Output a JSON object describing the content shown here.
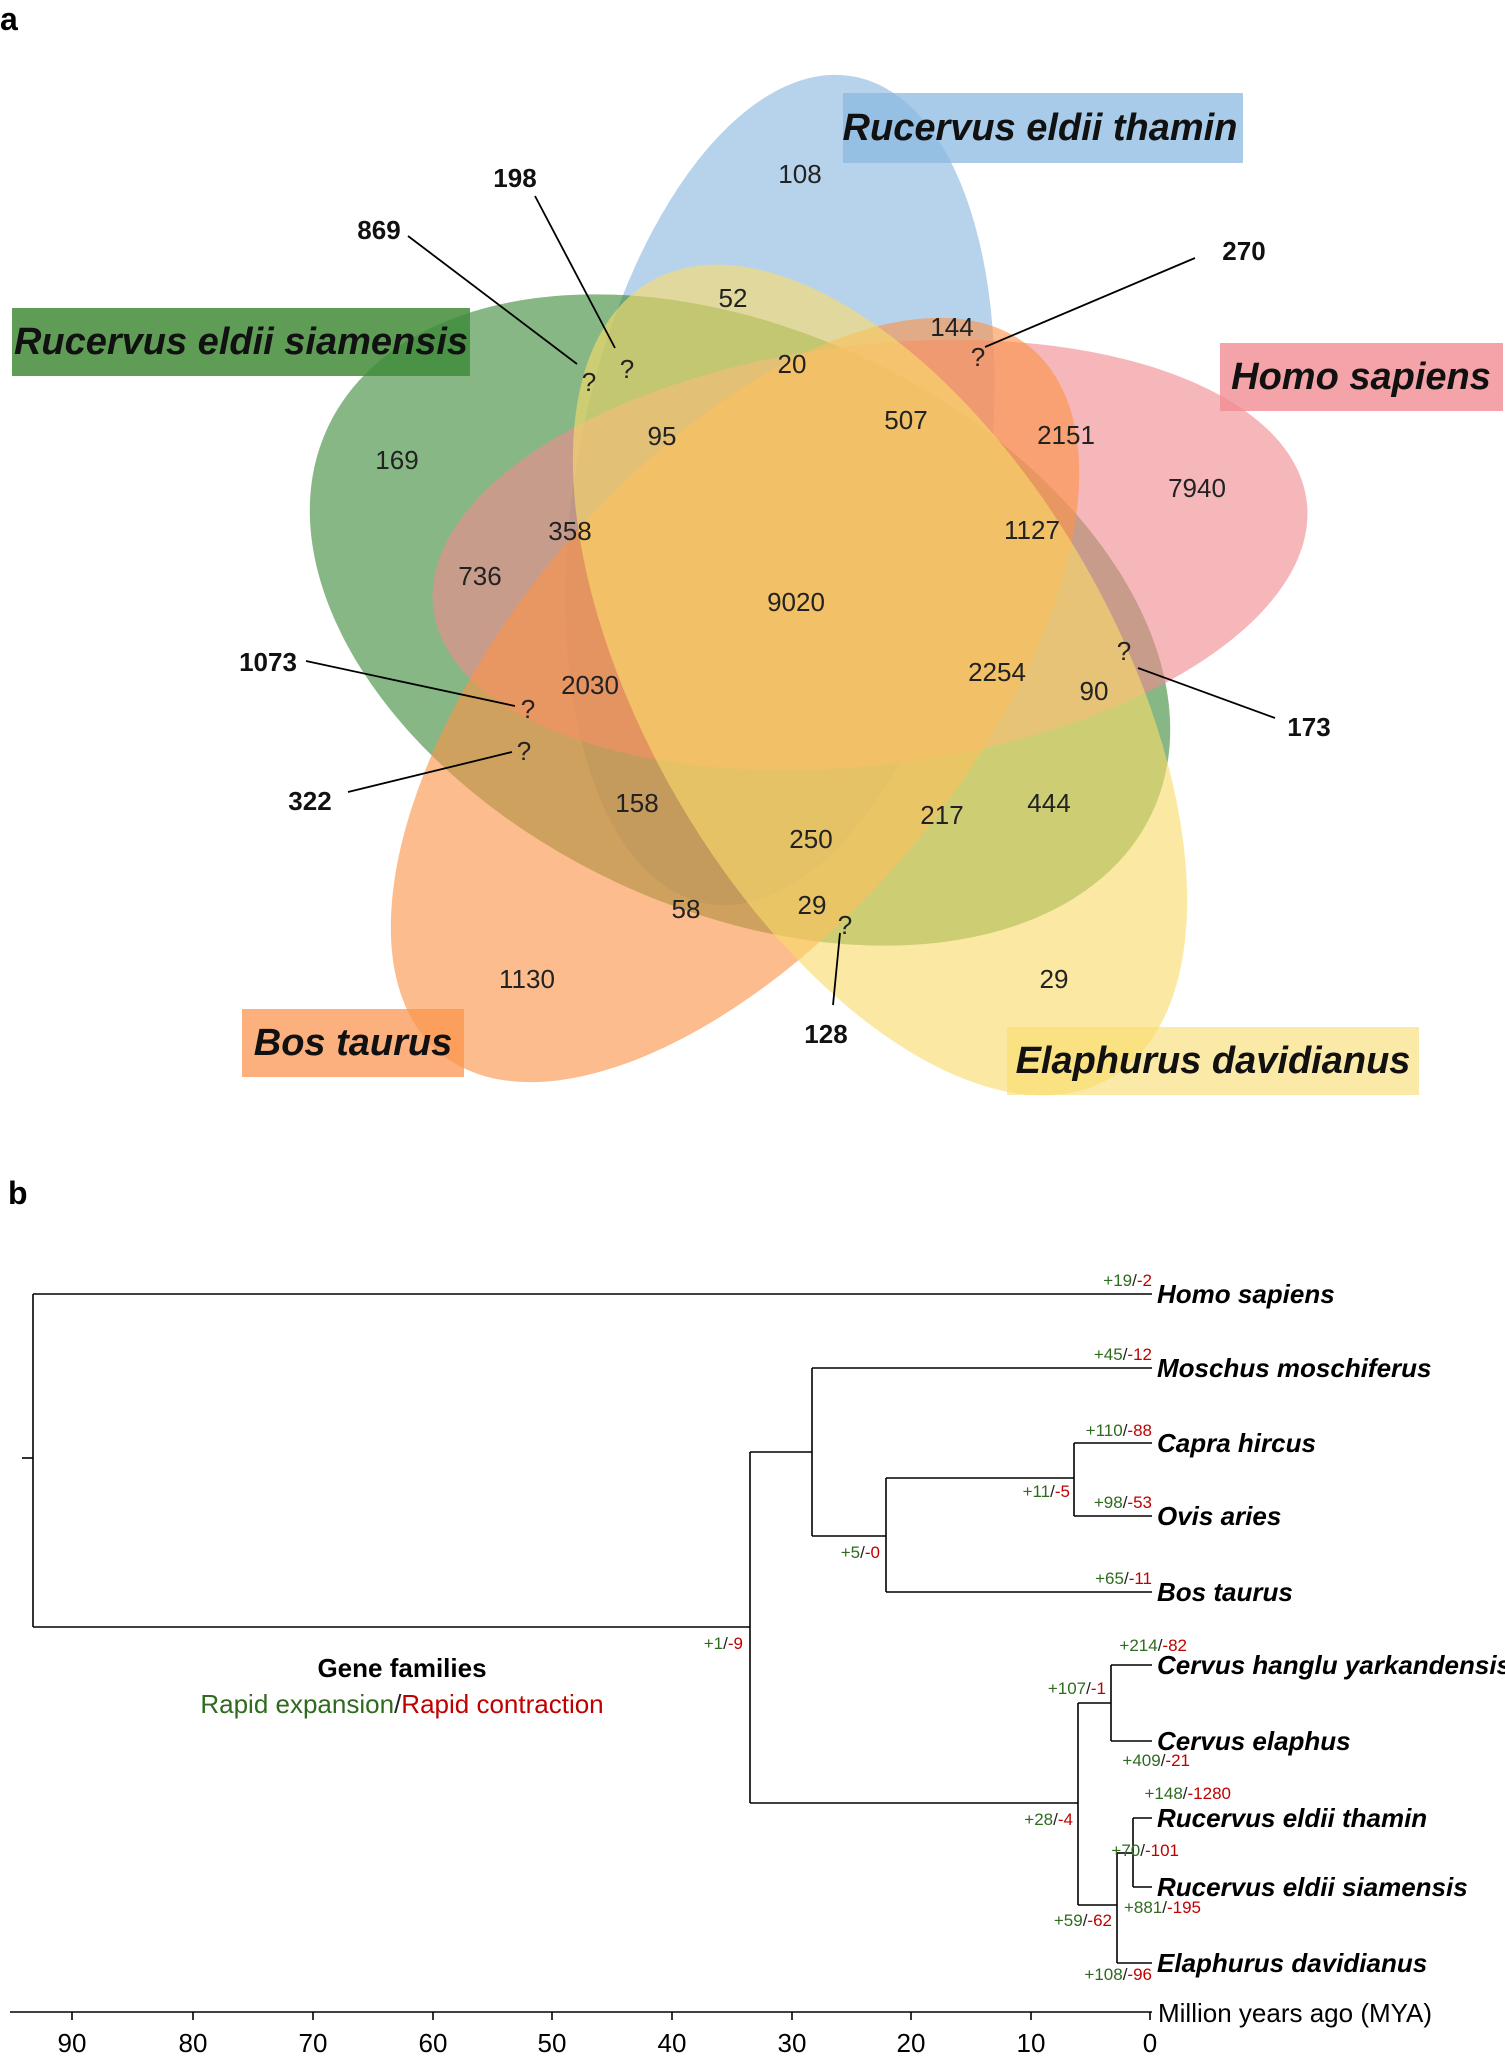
{
  "panel_a": {
    "label": "a",
    "sets": {
      "r_thamin": {
        "name": "Rucervus eldii thamin",
        "color": "#8ab8e0"
      },
      "r_siamensis": {
        "name": "Rucervus eldii siamensis",
        "color": "#3d8a3a"
      },
      "homo": {
        "name": "Homo sapiens",
        "color": "#f08a8f"
      },
      "bos": {
        "name": "Bos taurus",
        "color": "#fb9348"
      },
      "elaphurus": {
        "name": "Elaphurus davidianus",
        "color": "#f8dc6a"
      }
    },
    "label_bg": {
      "r_thamin": "#a9cbea",
      "r_siamensis": "#5f9d57",
      "homo": "#f4a3a8",
      "bos": "#fbb07d",
      "elaphurus": "#fbeaa7"
    },
    "regions": [
      {
        "id": "only_thamin",
        "value": "108"
      },
      {
        "id": "r1",
        "value": "52"
      },
      {
        "id": "r2",
        "value": "20"
      },
      {
        "id": "r3",
        "value": "144"
      },
      {
        "id": "r4",
        "value": "95"
      },
      {
        "id": "r5",
        "value": "507"
      },
      {
        "id": "r6",
        "value": "2151"
      },
      {
        "id": "only_siamensis",
        "value": "169"
      },
      {
        "id": "only_homo",
        "value": "7940"
      },
      {
        "id": "r7",
        "value": "358"
      },
      {
        "id": "r8",
        "value": "1127"
      },
      {
        "id": "r9",
        "value": "736"
      },
      {
        "id": "core",
        "value": "9020"
      },
      {
        "id": "r10",
        "value": "2030"
      },
      {
        "id": "r11",
        "value": "2254"
      },
      {
        "id": "r12",
        "value": "90"
      },
      {
        "id": "r13",
        "value": "158"
      },
      {
        "id": "r14",
        "value": "444"
      },
      {
        "id": "r15",
        "value": "217"
      },
      {
        "id": "r16",
        "value": "250"
      },
      {
        "id": "r17",
        "value": "58"
      },
      {
        "id": "r18",
        "value": "29"
      },
      {
        "id": "only_bos",
        "value": "1130"
      },
      {
        "id": "only_elaphurus",
        "value": "29"
      }
    ],
    "callouts": [
      {
        "id": "c869",
        "value": "869",
        "mark": "?"
      },
      {
        "id": "c198",
        "value": "198",
        "mark": "?"
      },
      {
        "id": "c270",
        "value": "270",
        "mark": "?"
      },
      {
        "id": "c1073",
        "value": "1073",
        "mark": "?"
      },
      {
        "id": "c322",
        "value": "322",
        "mark": "?"
      },
      {
        "id": "c173",
        "value": "173",
        "mark": "?"
      },
      {
        "id": "c128",
        "value": "128",
        "mark": "?"
      }
    ]
  },
  "panel_b": {
    "label": "b",
    "axis_title": "Million years ago (MYA)",
    "ticks": [
      "90",
      "80",
      "70",
      "60",
      "50",
      "40",
      "30",
      "20",
      "10",
      "0"
    ],
    "legend": {
      "title": "Gene families",
      "expansion": "Rapid expansion",
      "slash": "/",
      "contraction": "Rapid contraction",
      "expansion_color": "#2e6b1f",
      "contraction_color": "#c00000"
    },
    "leaves": [
      {
        "name": "Homo sapiens",
        "gain": "+19",
        "loss": "-2"
      },
      {
        "name": "Moschus moschiferus",
        "gain": "+45",
        "loss": "-12"
      },
      {
        "name": "Capra hircus",
        "gain": "+110",
        "loss": "-88"
      },
      {
        "name": "Ovis aries",
        "gain": "+98",
        "loss": "-53"
      },
      {
        "name": "Bos taurus",
        "gain": "+65",
        "loss": "-11"
      },
      {
        "name": "Cervus hanglu yarkandensis",
        "gain": "+214",
        "loss": "-82"
      },
      {
        "name": "Cervus elaphus",
        "gain": "+409",
        "loss": "-21"
      },
      {
        "name": "Rucervus eldii thamin",
        "gain": "+148",
        "loss": "-1280"
      },
      {
        "name": "Rucervus eldii siamensis",
        "gain": "+881",
        "loss": "-195"
      },
      {
        "name": "Elaphurus davidianus",
        "gain": "+108",
        "loss": "-96"
      }
    ],
    "nodes": [
      {
        "id": "capra_ovis",
        "gain": "+11",
        "loss": "-5"
      },
      {
        "id": "bovidae",
        "gain": "+5",
        "loss": "-0"
      },
      {
        "id": "ruminantia",
        "gain": "+1",
        "loss": "-9"
      },
      {
        "id": "cervus",
        "gain": "+107",
        "loss": "-1"
      },
      {
        "id": "cervidae",
        "gain": "+28",
        "loss": "-4"
      },
      {
        "id": "rucervus",
        "gain": "+70",
        "loss": "-101"
      },
      {
        "id": "rucervus_elaphurus",
        "gain": "+59",
        "loss": "-62"
      }
    ]
  }
}
